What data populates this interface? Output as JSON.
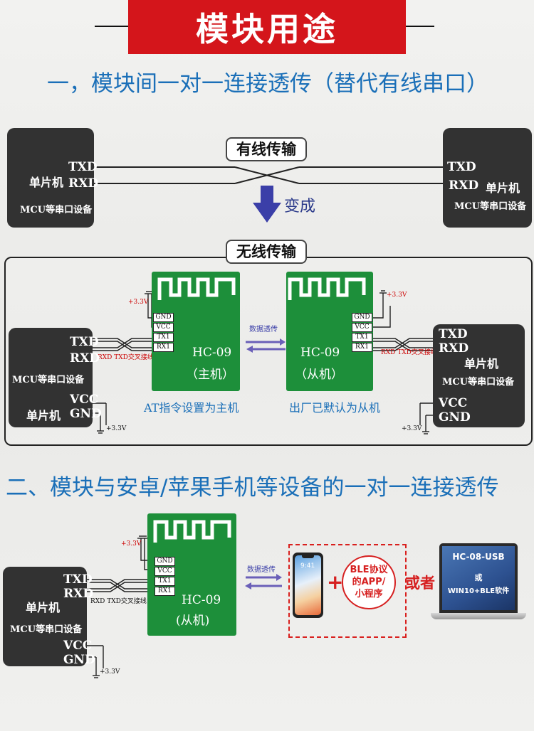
{
  "title": "模块用途",
  "section1": {
    "heading": "一，模块间一对一连接透传（替代有线串口）",
    "wired_label": "有线传输",
    "becomes_label": "变成",
    "wireless_label": "无线传输",
    "left_box": {
      "txd": "TXD",
      "rxd": "RXD",
      "mcu": "单片机",
      "device": "MCU等串口设备"
    },
    "right_box": {
      "txd": "TXD",
      "rxd": "RXD",
      "mcu": "单片机",
      "device": "MCU等串口设备"
    },
    "wl_left_box": {
      "txd": "TXD",
      "rxd": "RXD",
      "device": "MCU等串口设备",
      "vcc": "VCC",
      "gnd": "GND",
      "mcu": "单片机"
    },
    "wl_right_box": {
      "txd": "TXD",
      "rxd": "RXD",
      "mcu": "单片机",
      "device": "MCU等串口设备",
      "vcc": "VCC",
      "gnd": "GND"
    },
    "master_module": {
      "name": "HC-09",
      "role": "（主机）",
      "caption": "AT指令设置为主机"
    },
    "slave_module": {
      "name": "HC-09",
      "role": "（从机）",
      "caption": "出厂已默认为从机"
    },
    "transfer_label": "数据透传",
    "cross_note": "RXD TXD交叉接线",
    "power_label": "+3.3V",
    "pins": [
      "GND",
      "VCC",
      "TX1",
      "RX1"
    ]
  },
  "section2": {
    "heading": "二、模块与安卓/苹果手机等设备的一对一连接透传",
    "box": {
      "txd": "TXD",
      "rxd": "RXD",
      "mcu": "单片机",
      "device": "MCU等串口设备",
      "vcc": "VCC",
      "gnd": "GND"
    },
    "module": {
      "name": "HC-09",
      "role": "(从机)"
    },
    "transfer_label": "数据透传",
    "cross_note": "RXD TXD交叉接线",
    "power_label": "+3.3V",
    "pins": [
      "GND",
      "VCC",
      "TX1",
      "RX1"
    ],
    "plus": "+",
    "ble_line1": "BLE协议",
    "ble_line2": "的APP/",
    "ble_line3": "小程序",
    "or_label": "或者",
    "laptop_line1": "HC-08-USB",
    "laptop_line2": "或",
    "laptop_line3": "WIN10+BLE软件",
    "phone_time": "9:41"
  },
  "colors": {
    "banner": "#d4151b",
    "heading_blue": "#1a6fb8",
    "module_green": "#1d8f3a",
    "box_dark": "#323232",
    "arrow_blue": "#3b3fa8",
    "red_accent": "#d62020"
  }
}
